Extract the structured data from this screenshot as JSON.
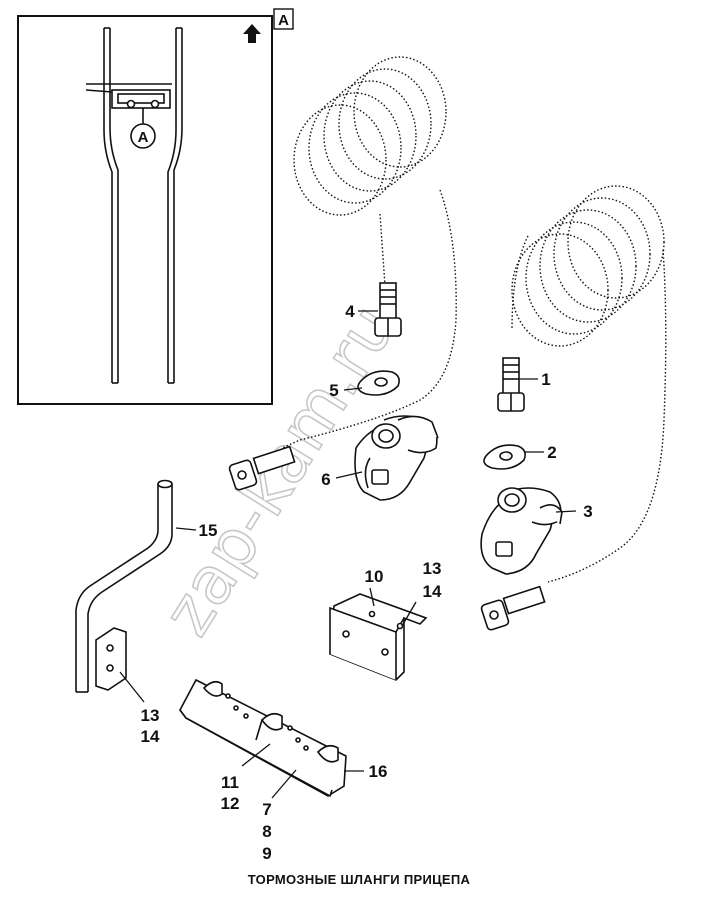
{
  "inset": {
    "corner_label": "A",
    "detail_label": "A"
  },
  "watermark": "zap-kam.ru",
  "callouts": {
    "c1": "1",
    "c2": "2",
    "c3": "3",
    "c4": "4",
    "c5": "5",
    "c6": "6",
    "c15": "15",
    "c16": "16",
    "c10": "10",
    "c13a": "13",
    "c14a": "14",
    "c13b": "13",
    "c14b": "14",
    "c11": "11",
    "c12": "12",
    "c7": "7",
    "c8": "8",
    "c9": "9"
  },
  "caption": "ТОРМОЗНЫЕ ШЛАНГИ ПРИЦЕПА"
}
